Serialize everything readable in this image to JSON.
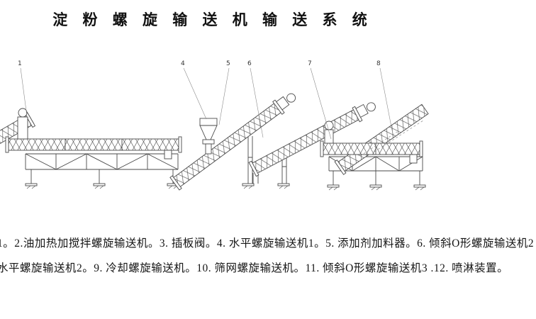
{
  "page": {
    "title": "淀 粉 螺 旋 输 送 机 输 送 系 统",
    "line_color": "#4a4a4a"
  },
  "callouts": [
    {
      "label": "1"
    },
    {
      "label": "4"
    },
    {
      "label": "5"
    },
    {
      "label": "6"
    },
    {
      "label": "7"
    },
    {
      "label": "8"
    }
  ],
  "caption": {
    "line1": "1。2.油加热加搅拌螺旋输送机。3. 插板阀。4. 水平螺旋输送机1。5. 添加剂加料器。6. 倾斜O形螺旋输送机2",
    "line2": "水平螺旋输送机2。9. 冷却螺旋输送机。10. 筛网螺旋输送机。11. 倾斜O形螺旋输送机3 .12. 喷淋装置。"
  }
}
